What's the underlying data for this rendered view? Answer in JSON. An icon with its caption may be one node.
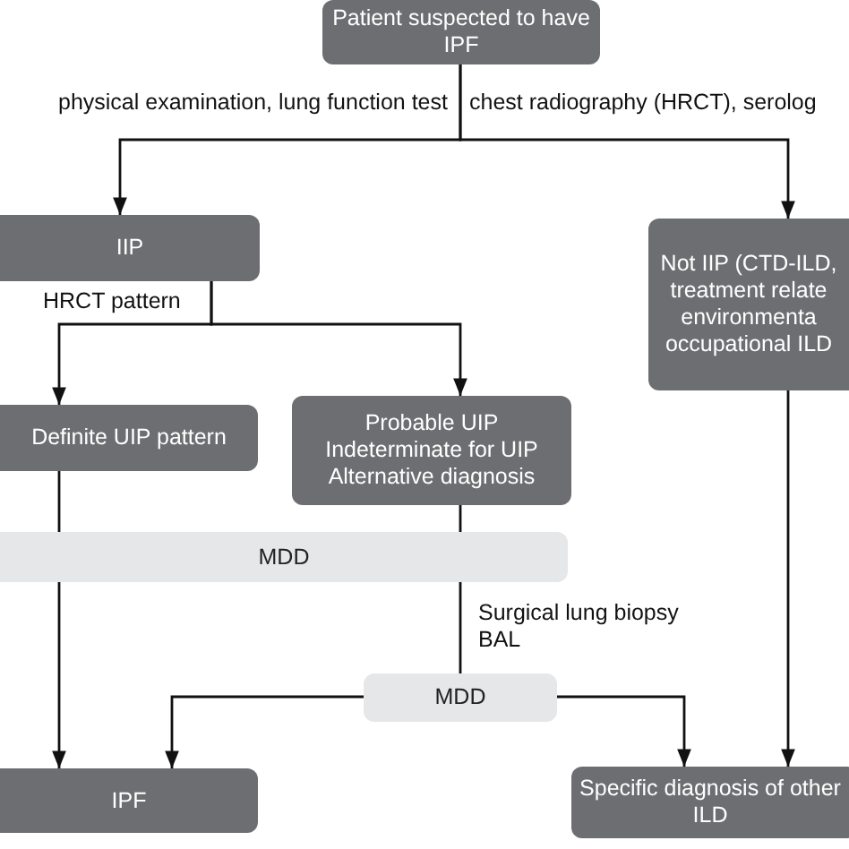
{
  "diagram": {
    "nodes": [
      {
        "text": [
          "Patient suspected to have IPF"
        ]
      },
      {
        "text": [
          "IIP"
        ]
      },
      {
        "text": [
          "Not IIP (CTD-ILD, treatment relate environmenta occupational ILD"
        ]
      },
      {
        "text": [
          "Definite UIP pattern"
        ]
      },
      {
        "text": [
          "Probable UIP",
          "Indeterminate for UIP",
          "Alternative diagnosis"
        ]
      },
      {
        "text": [
          "MDD"
        ]
      },
      {
        "text": [
          "MDD"
        ]
      },
      {
        "text": [
          "IPF"
        ]
      },
      {
        "text": [
          "Specific diagnosis of other ILD"
        ]
      }
    ],
    "edges": [
      {
        "from": 0,
        "to": 1,
        "arrow": "to"
      },
      {
        "from": 0,
        "to": 2,
        "arrow": "to"
      },
      {
        "from": 1,
        "to": 3,
        "arrow": "to"
      },
      {
        "from": 1,
        "to": 4,
        "arrow": "to"
      },
      {
        "from": 3,
        "to": 5,
        "arrow": "none"
      },
      {
        "from": 4,
        "to": 5,
        "arrow": "none"
      },
      {
        "from": 5,
        "to": 7,
        "arrow": "to"
      },
      {
        "from": 5,
        "to": 6,
        "arrow": "none",
        "label": "Surgical lung biopsy BAL"
      },
      {
        "from": 6,
        "to": 7,
        "arrow": "to"
      },
      {
        "from": 6,
        "to": 8,
        "arrow": "to"
      },
      {
        "from": 2,
        "to": 8,
        "arrow": "to"
      }
    ],
    "labels": [
      "physical examination, lung function test",
      "chest radiography (HRCT),  serolog",
      "HRCT pattern"
    ]
  }
}
